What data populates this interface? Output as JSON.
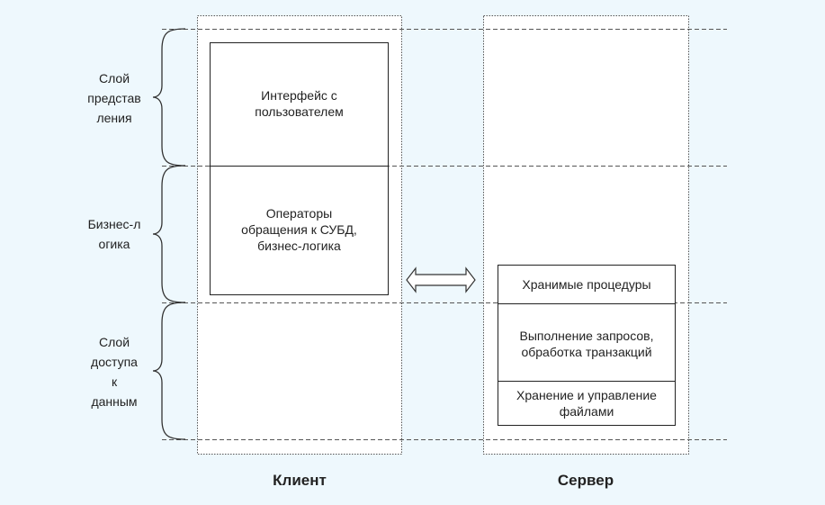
{
  "layers": [
    {
      "label_lines": [
        "Слой",
        "представ",
        "ления"
      ]
    },
    {
      "label_lines": [
        "Бизнес-л",
        "огика"
      ]
    },
    {
      "label_lines": [
        "Слой",
        "доступа",
        "к",
        "данным"
      ]
    }
  ],
  "client": {
    "title": "Клиент",
    "blocks": [
      {
        "lines": [
          "Интерфейс с",
          "пользователем"
        ]
      },
      {
        "lines": [
          "Операторы",
          "обращения к СУБД,",
          "бизнес-логика"
        ]
      }
    ]
  },
  "server": {
    "title": "Сервер",
    "blocks": [
      {
        "lines": [
          "Хранимые процедуры"
        ]
      },
      {
        "lines": [
          "Выполнение запросов,",
          "обработка транзакций"
        ]
      },
      {
        "lines": [
          "Хранение и управление",
          "файлами"
        ]
      }
    ]
  },
  "colors": {
    "background": "#eef8fd",
    "line": "#333333"
  }
}
